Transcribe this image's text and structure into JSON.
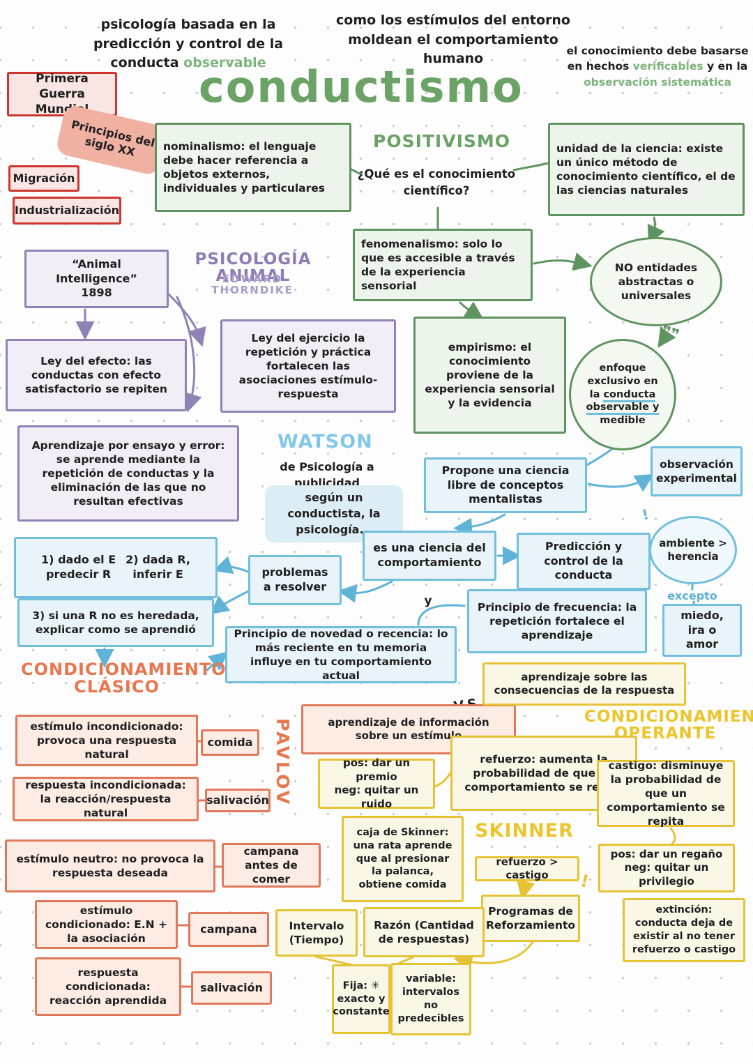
{
  "doodles": {
    "exclaim": "!",
    "quotes": "❞❞"
  },
  "notes": {
    "prediction_black": "psicología basada en la predicción y control de la conducta ",
    "prediction_green": "observable",
    "stimuli": "como los estímulos del entorno moldean el comportamiento humano",
    "knowledge_a": "el conocimiento debe basarse en hechos ",
    "knowledge_green1": "verificables",
    "knowledge_b": " y en la ",
    "knowledge_green2": "observación sistemática"
  },
  "title": "conductismo",
  "history": {
    "ww1": "Primera Guerra Mundial",
    "era": "Principios del siglo XX",
    "migration": "Migración",
    "industrialization": "Industrialización"
  },
  "positivismo": {
    "heading": "POSITIVISMO",
    "question": "¿Qué es el conocimiento científico?",
    "nominalismo": "nominalismo: el lenguaje debe hacer referencia a objetos externos, individuales y particulares",
    "unidad": "unidad de la ciencia: existe un único método de conocimiento científico, el de las ciencias naturales",
    "fenomenalismo": "fenomenalismo: solo lo que es accesible a través de la experiencia sensorial",
    "empirismo": "empirismo: el conocimiento proviene de la experiencia sensorial y la evidencia",
    "no_entidades": "NO entidades abstractas o universales",
    "enfoque": {
      "a": "enfoque exclusivo en la ",
      "b": "conducta",
      "c": " ",
      "d": "observable y",
      "e": " medible"
    }
  },
  "thorndike": {
    "heading": "PSICOLOGÍA ANIMAL",
    "author": "EDWARD THORNDIKE",
    "book": "“Animal Intelligence”\n1898",
    "ley_efecto": "Ley del efecto: las conductas con efecto satisfactorio se repiten",
    "ley_ejercicio": "Ley del ejercicio la repetición y práctica fortalecen las asociaciones estímulo-respuesta",
    "ensayo_error": "Aprendizaje por ensayo y error: se aprende mediante la repetición de conductas y la eliminación de las que no resultan efectivas"
  },
  "watson": {
    "heading": "WATSON",
    "publicidad": "de Psicología a publicidad",
    "segun": "según un conductista, la psicología...",
    "propone": "Propone una ciencia libre de conceptos mentalistas",
    "obs_experimental": "observación experimental",
    "es_ciencia": "es una ciencia del comportamiento",
    "prediccion": "Predicción y control de la conducta",
    "ambiente": "ambiente > herencia",
    "excepto": "excepto",
    "miedo": "miedo, ira o amor",
    "problemas": "problemas a resolver",
    "p1": "1) dado el E\npredecir R",
    "p2": "2) dada R,\ninferir E",
    "p3": "3) si una R no es heredada, explicar como se aprendió",
    "conector_y": "y",
    "frecuencia": "Principio de frecuencia: la repetición fortalece el aprendizaje",
    "novedad": "Principio de novedad o recencia: lo más reciente en tu memoria influye en tu comportamiento actual"
  },
  "classical": {
    "heading": "CONDICIONAMIENTO CLÁSICO",
    "pavlov": "PAVLOV",
    "info": "aprendizaje de información sobre un estímulo",
    "vs": "V.S.",
    "est_incond": "estímulo incondicionado: provoca una respuesta natural",
    "comida": "comida",
    "resp_incond": "respuesta incondicionada: la reacción/respuesta natural",
    "salivacion1": "salivación",
    "est_neutro": "estímulo neutro: no provoca la respuesta deseada",
    "campana_antes": "campana antes de comer",
    "est_cond": "estímulo condicionado: E.N + la asociación",
    "campana": "campana",
    "resp_cond": "respuesta condicionada: reacción aprendida",
    "salivacion2": "salivación"
  },
  "operant": {
    "heading": "CONDICIONAMIENTO OPERANTE",
    "skinner": "SKINNER",
    "consecuencias": "aprendizaje sobre las consecuencias de la respuesta",
    "refuerzo": "refuerzo: aumenta la probabilidad de que un comportamiento se repita",
    "castigo": "castigo: disminuye la probabilidad de que un comportamiento se repita",
    "pos_premio": "pos: dar un premio\nneg: quitar un ruido",
    "pos_regano": "pos: dar un regaño\nneg: quitar un privilegio",
    "caja": "caja de Skinner: una rata aprende que al presionar la palanca, obtiene comida",
    "ref_vs_castigo": "refuerzo > castigo",
    "programas": "Programas de Reforzamiento",
    "extincion": "extinción: conducta deja de existir al no tener refuerzo o castigo",
    "intervalo": "Intervalo (Tiempo)",
    "razon": "Razón (Cantidad de respuestas)",
    "fija": "Fija: ✳ exacto y constante",
    "variable": "variable: intervalos no predecibles"
  },
  "colors": {
    "green": "#5f9460",
    "red": "#cf352e",
    "purple": "#9082b5",
    "blue": "#72bedd",
    "orange": "#e0795a",
    "yellow": "#e6c335",
    "ink": "#1f1f1f"
  }
}
